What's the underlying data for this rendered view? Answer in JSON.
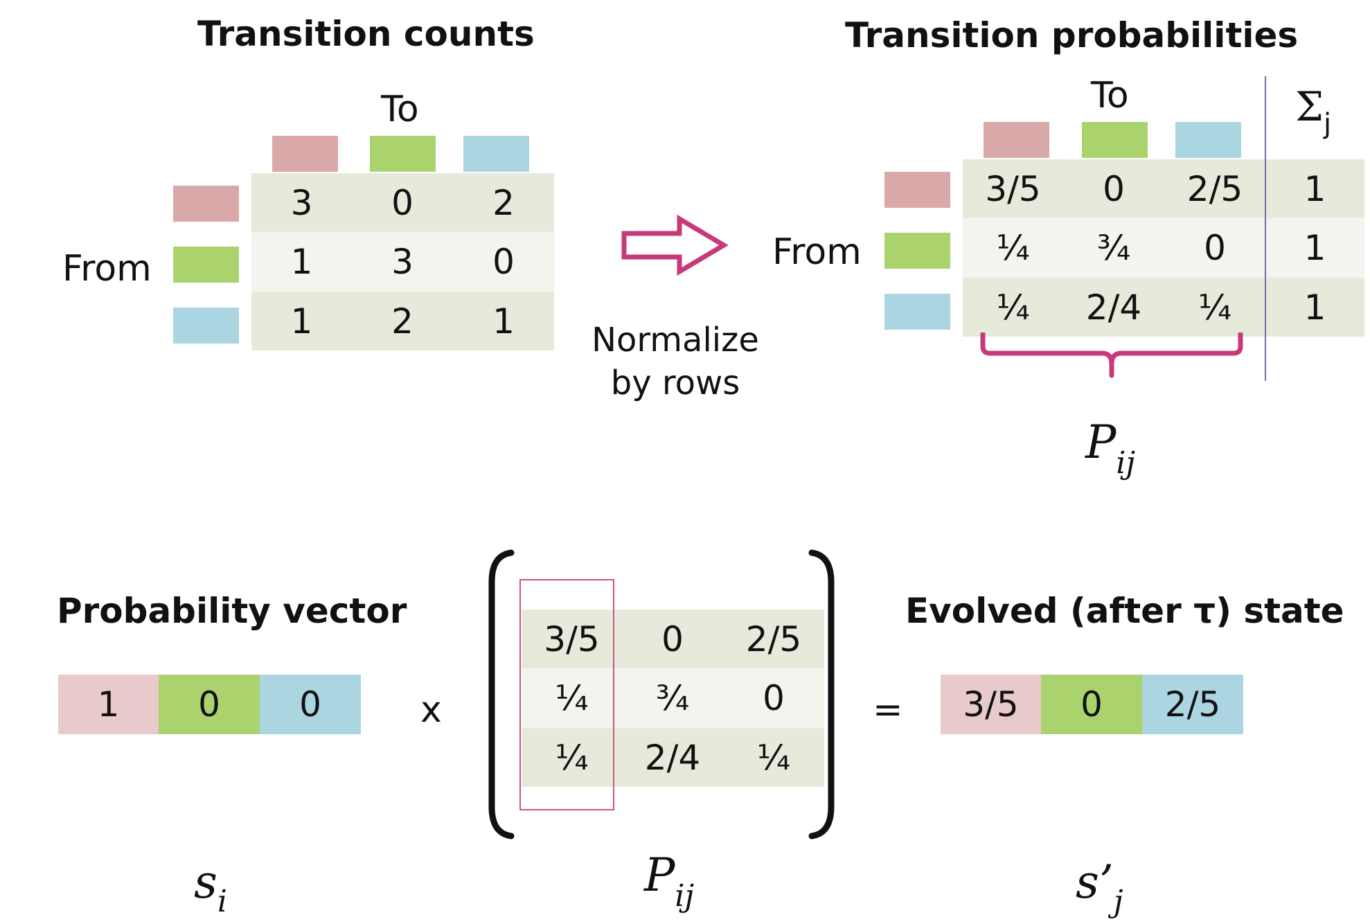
{
  "counts": {
    "title": "Transition counts",
    "to_label": "To",
    "from_label": "From",
    "rows": [
      [
        "3",
        "0",
        "2"
      ],
      [
        "1",
        "3",
        "0"
      ],
      [
        "1",
        "2",
        "1"
      ]
    ]
  },
  "arrow": {
    "caption_line1": "Normalize",
    "caption_line2": "by rows"
  },
  "probs": {
    "title": "Transition probabilities",
    "to_label": "To",
    "from_label": "From",
    "sum_symbol": "Σ",
    "sum_sub": "j",
    "rows": [
      [
        "3/5",
        "0",
        "2/5"
      ],
      [
        "¼",
        "¾",
        "0"
      ],
      [
        "¼",
        "2/4",
        "¼"
      ]
    ],
    "sums": [
      "1",
      "1",
      "1"
    ],
    "matrix_label": "P",
    "matrix_sub": "ij"
  },
  "bottom": {
    "vector_title": "Probability vector",
    "vector_values": [
      "1",
      "0",
      "0"
    ],
    "times_sign": "x",
    "matrix_rows": [
      [
        "3/5",
        "0",
        "2/5"
      ],
      [
        "¼",
        "¾",
        "0"
      ],
      [
        "¼",
        "2/4",
        "¼"
      ]
    ],
    "equals_sign": "=",
    "result_title": "Evolved (after τ) state",
    "result_values": [
      "3/5",
      "0",
      "2/5"
    ],
    "s_label": "s",
    "s_sub": "i",
    "p_label": "P",
    "p_sub": "ij",
    "sp_label": "s’",
    "sp_sub": "j"
  },
  "colors": {
    "state1": "#d9a8a8",
    "state2": "#aad36e",
    "state3": "#abd6e1",
    "accent": "#c8397a",
    "divider": "#7b68a8"
  }
}
